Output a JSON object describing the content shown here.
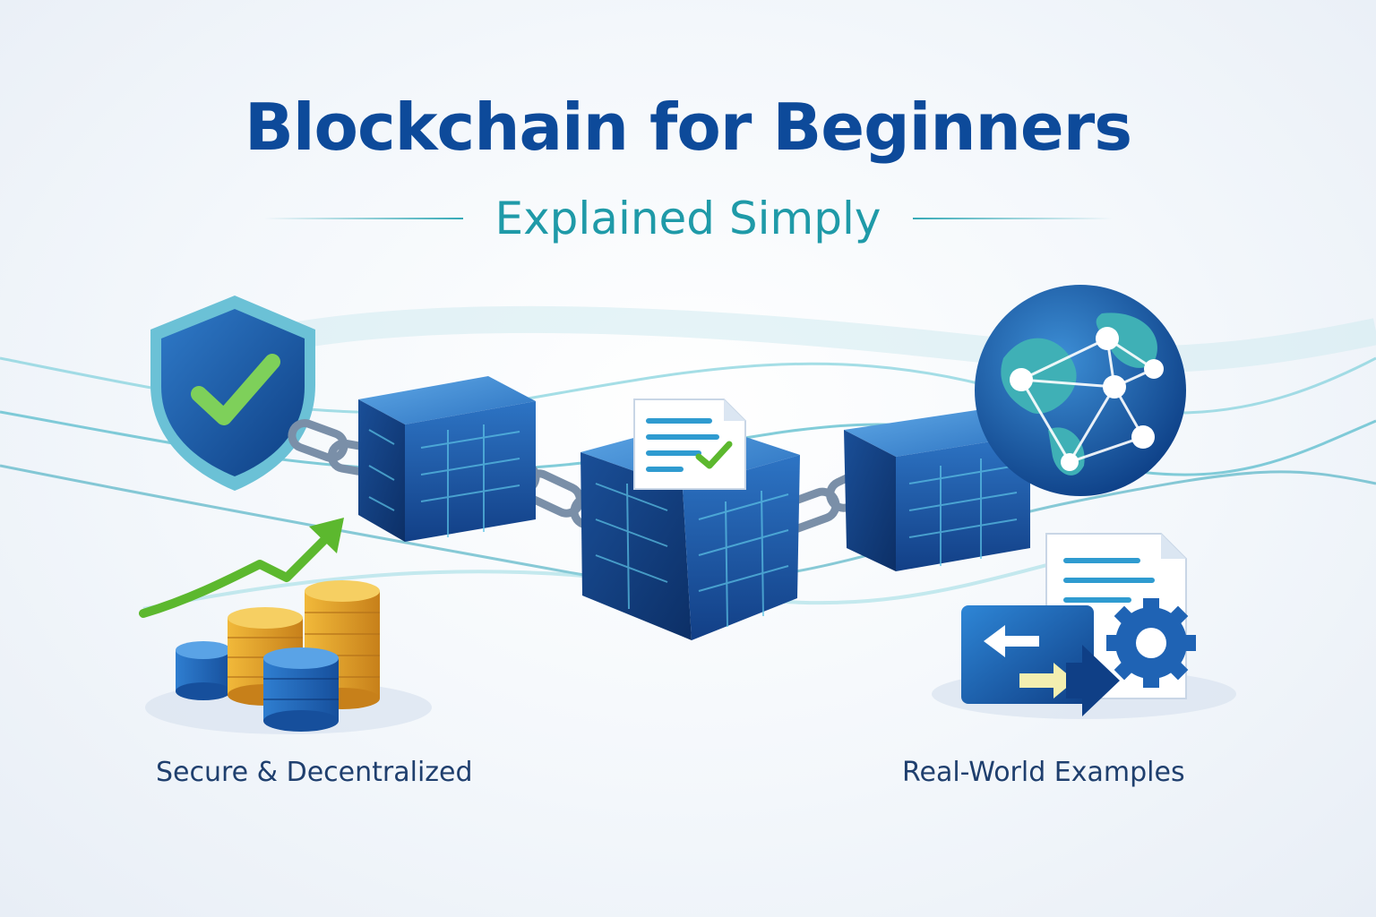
{
  "title": "Blockchain for Beginners",
  "subtitle": "Explained Simply",
  "captions": {
    "left": "Secure & Decentralized",
    "right": "Real-World Examples"
  },
  "icons": [
    "shield-check-icon",
    "coin-stacks-icon",
    "growth-arrow-icon",
    "block-cube-icon",
    "chain-link-icon",
    "document-check-icon",
    "globe-network-icon",
    "exchange-arrows-icon",
    "gear-icon"
  ],
  "colors": {
    "title": "#0d4a9a",
    "subtitle": "#1f9aa8",
    "caption": "#1f3f6e",
    "block": "#1d5ba8",
    "accent_green": "#5cb82e",
    "coin_gold": "#e4a52a"
  }
}
